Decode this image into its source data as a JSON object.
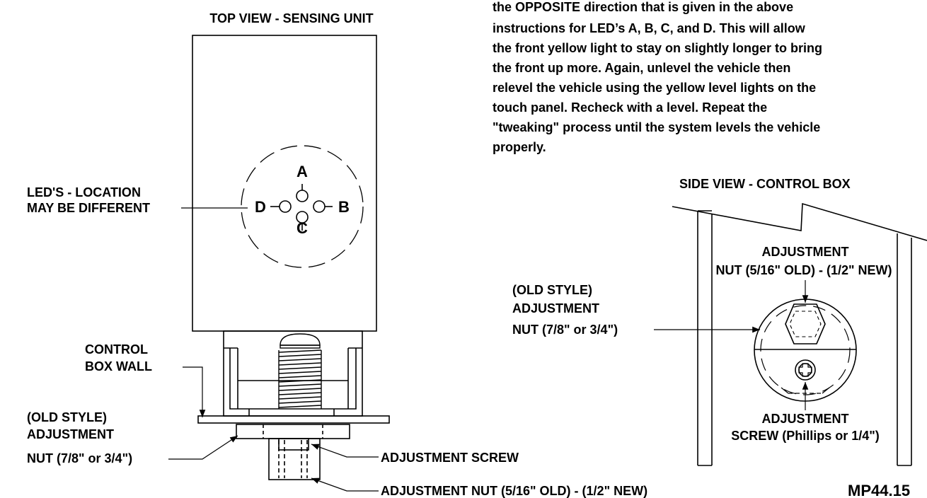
{
  "top_view": {
    "title": "TOP VIEW - SENSING UNIT",
    "leds_label": [
      "LED'S - LOCATION",
      "MAY BE DIFFERENT"
    ],
    "led_letters": {
      "a": "A",
      "b": "B",
      "c": "C",
      "d": "D"
    },
    "control_box_wall": [
      "CONTROL",
      "BOX WALL"
    ],
    "old_style_nut": [
      "(OLD STYLE)",
      "ADJUSTMENT",
      "NUT (7/8\" or 3/4\")"
    ],
    "adjustment_screw": "ADJUSTMENT SCREW",
    "adjustment_nut": "ADJUSTMENT NUT (5/16\" OLD) - (1/2\" NEW)"
  },
  "instructions": {
    "lines": [
      "the OPPOSITE direction that is given in the above",
      "instructions for LED’s  A, B, C, and D.  This will allow",
      "the front yellow light to stay on slightly longer to bring",
      "the front up more.  Again, unlevel the vehicle then",
      "relevel the vehicle using the yellow level lights on the",
      "touch panel.  Recheck with a level.  Repeat the",
      "\"tweaking\" process until the system levels the vehicle",
      "properly."
    ]
  },
  "side_view": {
    "title": "SIDE VIEW - CONTROL BOX",
    "adjustment_nut": [
      "ADJUSTMENT",
      "NUT (5/16\" OLD) - (1/2\" NEW)"
    ],
    "old_style_nut": [
      "(OLD STYLE)",
      "ADJUSTMENT",
      "NUT (7/8\" or 3/4\")"
    ],
    "adjustment_screw": [
      "ADJUSTMENT",
      "SCREW (Phillips or 1/4\")"
    ]
  },
  "drawing_number": "MP44.15"
}
